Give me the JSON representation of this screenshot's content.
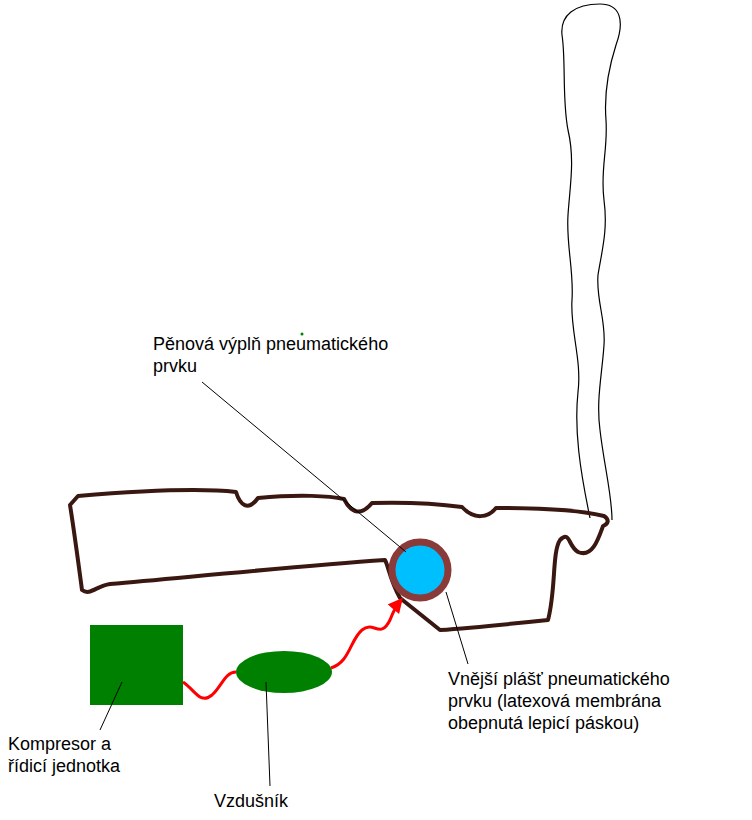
{
  "diagram": {
    "labels": [
      "Pěnová výplň pneumatického prvku",
      "Vnější plášť pneumatického prvku (latexová membrána obepnutá lepicí páskou)",
      "Kompresor a řídicí jednotka",
      "Vzdušník"
    ]
  }
}
